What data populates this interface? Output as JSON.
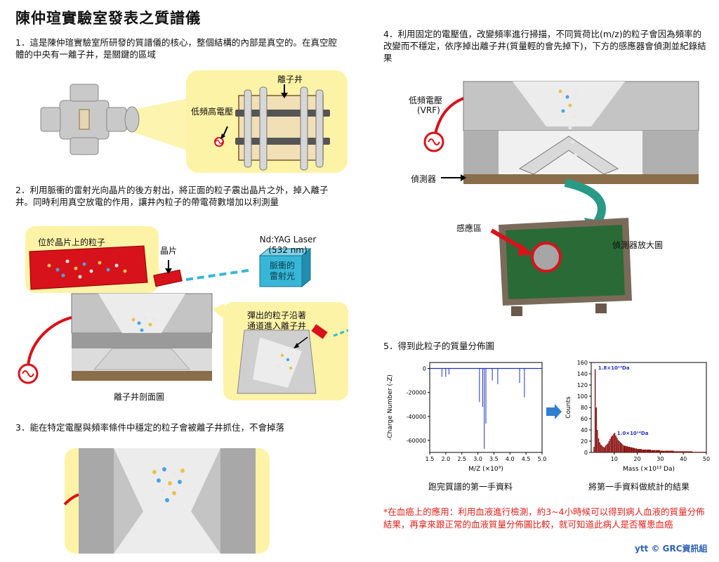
{
  "title": "陳仲瑄實驗室發表之質譜儀",
  "steps": {
    "s1": "1．這是陳仲瑄實驗室所研發的質譜儀的核心，整個結構的內部是真空的。在真空腔體的中央有一離子井，是關鍵的區域",
    "s2": "2．利用脈衝的雷射光向晶片的後方射出，將正面的粒子震出晶片之外，掉入離子井。同時利用真空放電的作用，讓井內粒子的帶電荷數增加以利測量",
    "s3": "3．能在特定電壓與頻率條件中穩定的粒子會被離子井抓住，不會掉落",
    "s4": "4．利用固定的電壓值，改變頻率進行掃描，不同質荷比(m/z)的粒子會因為頻率的改變而不穩定，依序掉出離子井(質量輕的會先掉下)，下方的感應器會偵測並紀錄結果",
    "s5": "5．得到此粒子的質量分佈圖"
  },
  "labels": {
    "ion_trap": "離子井",
    "low_freq_hv": "低頻高電壓",
    "particles_on_chip": "位於晶片上的粒子",
    "chip": "晶片",
    "laser_name": "Nd:YAG Laser",
    "laser_wavelength": "(532 nm)",
    "pulsed_laser_1": "脈衝的",
    "pulsed_laser_2": "雷射光",
    "ejected_1": "彈出的粒子沿著",
    "ejected_2": "通道進入離子井",
    "cross_section": "離子井剖面圖",
    "low_freq_v": "低頻電壓",
    "vrf": "(VRF)",
    "detector": "偵測器",
    "sensing_area": "感應區",
    "detector_zoom": "偵測器放大圖",
    "raw_caption": "跑完質譜的第一手資料",
    "stat_caption": "將第一手資料做統計的結果"
  },
  "note": "*在血癌上的應用：利用血液進行檢測，約3~4小時候可以得到病人血液的質量分佈結果，再拿來跟正常的血液質量分佈圖比較，就可知道此病人是否罹患血癌",
  "credit": "ytt © GRC資訊組",
  "colors": {
    "trap_red": "#d8121b",
    "cyan_laser": "#37b7d8",
    "box_yellow": "#fdf3a6",
    "chart_blue": "#2233bb",
    "hist_red": "#8a1010"
  },
  "chart_data": [
    {
      "type": "line",
      "xlabel": "M/Z (×10⁹)",
      "ylabel": "-Charge Number (-Z)",
      "xlim": [
        1.5,
        5.0
      ],
      "ylim": [
        -70000,
        5000
      ],
      "xticks": [
        1.5,
        2.0,
        2.5,
        3.0,
        3.5,
        4.0,
        4.5,
        5.0
      ],
      "xtick_labels": [
        "1.5",
        "2.0",
        "2.5",
        "3.0",
        "3.5",
        "4.0",
        "4.5",
        "5.0"
      ],
      "yticks": [
        0,
        -20000,
        -40000,
        -60000
      ],
      "ytick_labels": [
        "0",
        "-20000",
        "-40000",
        "-60000"
      ],
      "spikes": [
        {
          "x": 1.88,
          "y": -7000
        },
        {
          "x": 2.0,
          "y": -7000
        },
        {
          "x": 2.1,
          "y": -5000
        },
        {
          "x": 3.05,
          "y": -28000
        },
        {
          "x": 3.15,
          "y": -32000
        },
        {
          "x": 3.2,
          "y": -67000
        },
        {
          "x": 3.25,
          "y": -46000
        },
        {
          "x": 3.45,
          "y": -10000
        },
        {
          "x": 3.62,
          "y": -13000
        },
        {
          "x": 4.3,
          "y": -12000
        },
        {
          "x": 4.45,
          "y": -24000
        }
      ]
    },
    {
      "type": "bar",
      "xlabel": "Mass (×10¹³ Da)",
      "ylabel": "Counts",
      "xlim": [
        0,
        50
      ],
      "ylim": [
        0,
        160
      ],
      "xticks": [
        10,
        20,
        30,
        40,
        50
      ],
      "xtick_labels": [
        "10",
        "20",
        "30",
        "40",
        "50"
      ],
      "yticks": [
        0,
        20,
        40,
        60,
        80,
        100,
        120,
        140,
        160
      ],
      "ytick_labels": [
        "0",
        "20",
        "40",
        "60",
        "80",
        "100",
        "120",
        "140",
        "160"
      ],
      "annotations": [
        {
          "text": "1.8×10¹³Da",
          "x": 1.8,
          "y": 150
        },
        {
          "text": "1.0×10¹⁴Da",
          "x": 10,
          "y": 34
        }
      ],
      "bins_x": [
        1,
        1.5,
        2,
        2.5,
        3,
        3.5,
        4,
        4.5,
        5,
        5.5,
        6,
        6.5,
        7,
        7.5,
        8,
        8.5,
        9,
        9.5,
        10,
        10.5,
        11,
        11.5,
        12,
        12.5,
        13,
        13.5,
        14,
        15,
        16,
        17,
        18,
        19,
        20,
        22,
        24,
        26,
        28,
        30,
        32,
        34,
        36,
        38,
        40,
        42,
        44,
        46,
        48
      ],
      "bins_y": [
        10,
        148,
        80,
        40,
        25,
        18,
        14,
        12,
        10,
        9,
        12,
        14,
        16,
        20,
        24,
        28,
        30,
        33,
        35,
        30,
        26,
        22,
        20,
        18,
        16,
        14,
        12,
        11,
        10,
        9,
        8,
        7,
        6,
        5,
        5,
        4,
        4,
        3,
        3,
        3,
        2,
        2,
        2,
        2,
        1,
        1,
        1
      ]
    }
  ]
}
